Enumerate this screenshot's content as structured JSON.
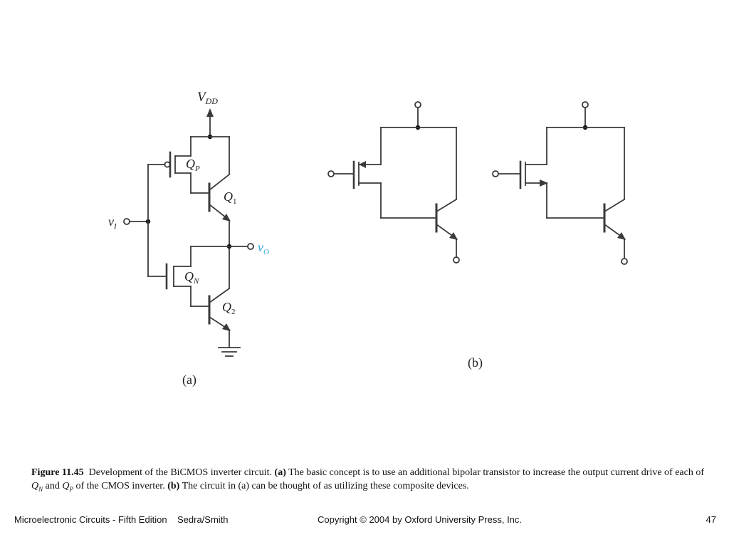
{
  "diagram": {
    "labels": {
      "vdd_main": "V",
      "vdd_sub": "DD",
      "qp_main": "Q",
      "qp_sub": "P",
      "q1_main": "Q",
      "q1_sub": "1",
      "qn_main": "Q",
      "qn_sub": "N",
      "q2_main": "Q",
      "q2_sub": "2",
      "vi_main": "v",
      "vi_sub": "I",
      "vo_main": "v",
      "vo_sub": "O",
      "part_a": "(a)",
      "part_b": "(b)"
    },
    "colors": {
      "wire": "#3a3a3a",
      "output_label": "#2aa3d6"
    }
  },
  "caption": {
    "figure_label": "Figure 11.45",
    "text_1": "Development of the BiCMOS inverter circuit.",
    "part_a_label": "(a)",
    "text_2": "The basic concept is to use an additional bipolar transistor to increase the output current drive of each of",
    "qn_main": "Q",
    "qn_sub": "N",
    "and_word": "and",
    "qp_main": "Q",
    "qp_sub": "P",
    "text_3": "of the CMOS inverter.",
    "part_b_label": "(b)",
    "text_4": "The circuit in (a) can be thought of as utilizing these composite devices."
  },
  "footer": {
    "left": "Microelectronic Circuits - Fifth Edition    Sedra/Smith",
    "center": "Copyright © 2004 by Oxford University Press, Inc.",
    "page_number": "47"
  }
}
